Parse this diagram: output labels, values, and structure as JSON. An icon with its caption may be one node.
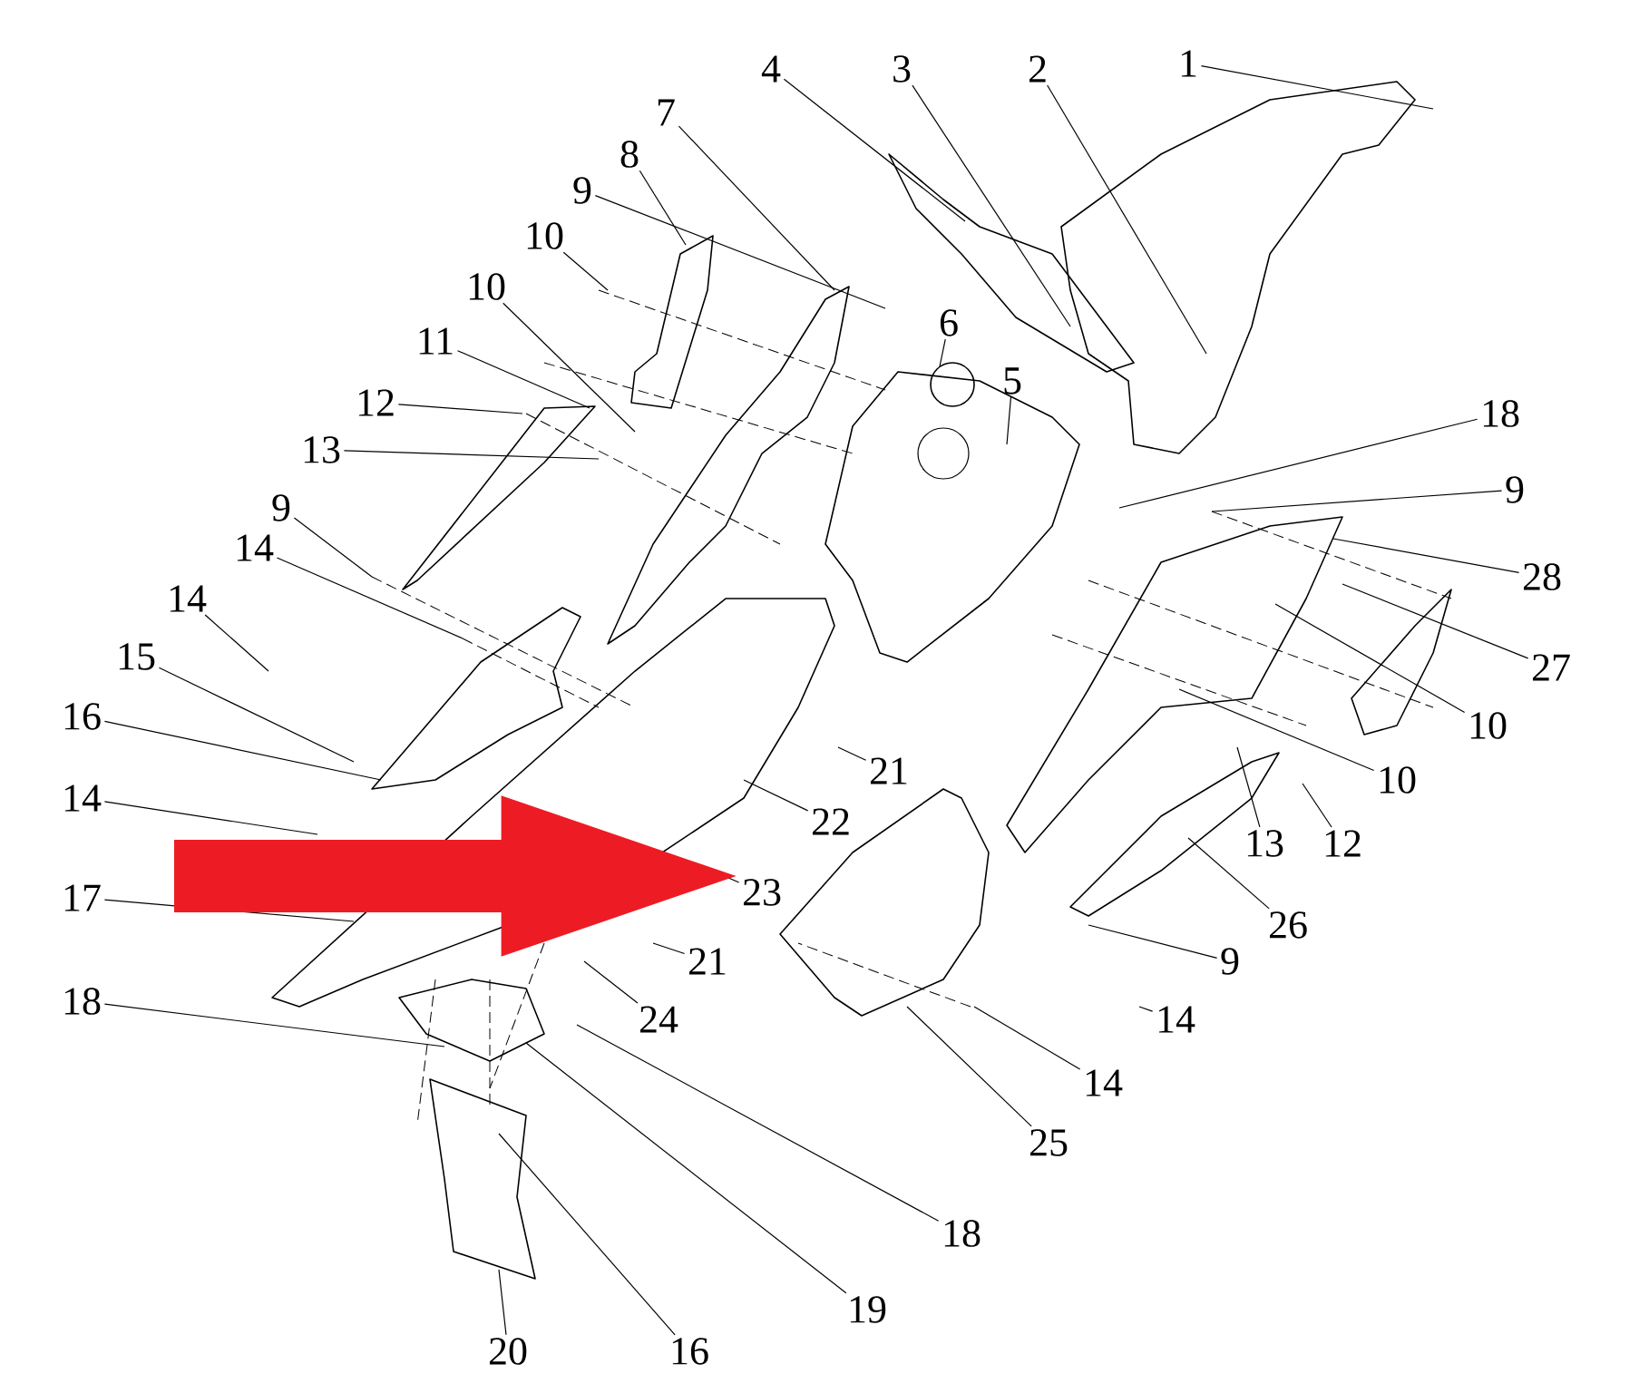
{
  "diagram": {
    "nodes": [
      {
        "text": [
          "1"
        ]
      },
      {
        "text": [
          "4"
        ]
      },
      {
        "text": [
          "3"
        ]
      },
      {
        "text": [
          "2"
        ]
      },
      {
        "text": [
          "7"
        ]
      },
      {
        "text": [
          "8"
        ]
      },
      {
        "text": [
          "9"
        ]
      },
      {
        "text": [
          "10"
        ]
      },
      {
        "text": [
          "10"
        ]
      },
      {
        "text": [
          "6"
        ]
      },
      {
        "text": [
          "5"
        ]
      },
      {
        "text": [
          "18"
        ]
      },
      {
        "text": [
          "11"
        ]
      },
      {
        "text": [
          "12"
        ]
      },
      {
        "text": [
          "9"
        ]
      },
      {
        "text": [
          "13"
        ]
      },
      {
        "text": [
          "28"
        ]
      },
      {
        "text": [
          "9"
        ]
      },
      {
        "text": [
          "14"
        ]
      },
      {
        "text": [
          "14"
        ]
      },
      {
        "text": [
          "27"
        ]
      },
      {
        "text": [
          "15"
        ]
      },
      {
        "text": [
          "10"
        ]
      },
      {
        "text": [
          "16"
        ]
      },
      {
        "text": [
          "10"
        ]
      },
      {
        "text": [
          "21"
        ]
      },
      {
        "text": [
          "22"
        ]
      },
      {
        "text": [
          "14"
        ]
      },
      {
        "text": [
          "13"
        ]
      },
      {
        "text": [
          "12"
        ]
      },
      {
        "text": [
          "23"
        ]
      },
      {
        "text": [
          "17"
        ]
      },
      {
        "text": [
          "26"
        ]
      },
      {
        "text": [
          "21"
        ]
      },
      {
        "text": [
          "9"
        ]
      },
      {
        "text": [
          "24"
        ]
      },
      {
        "text": [
          "18"
        ]
      },
      {
        "text": [
          "14"
        ]
      },
      {
        "text": [
          "14"
        ]
      },
      {
        "text": [
          "25"
        ]
      },
      {
        "text": [
          "18"
        ]
      },
      {
        "text": [
          "19"
        ]
      },
      {
        "text": [
          "20"
        ]
      },
      {
        "text": [
          "16"
        ]
      }
    ],
    "edges": [
      {
        "from": 0,
        "to": null,
        "arrow": "none"
      },
      {
        "from": 1,
        "to": null,
        "arrow": "none"
      },
      {
        "from": 2,
        "to": null,
        "arrow": "none"
      },
      {
        "from": 3,
        "to": null,
        "arrow": "none"
      },
      {
        "from": 4,
        "to": null,
        "arrow": "none"
      },
      {
        "from": 5,
        "to": null,
        "arrow": "none"
      },
      {
        "from": 6,
        "to": null,
        "arrow": "none"
      },
      {
        "from": 7,
        "to": null,
        "arrow": "none"
      },
      {
        "from": 8,
        "to": null,
        "arrow": "none"
      },
      {
        "from": 9,
        "to": null,
        "arrow": "none"
      },
      {
        "from": 10,
        "to": null,
        "arrow": "none"
      },
      {
        "from": 11,
        "to": null,
        "arrow": "none"
      },
      {
        "from": 12,
        "to": null,
        "arrow": "none"
      },
      {
        "from": 13,
        "to": null,
        "arrow": "none"
      },
      {
        "from": 14,
        "to": null,
        "arrow": "none"
      },
      {
        "from": 15,
        "to": null,
        "arrow": "none"
      },
      {
        "from": 16,
        "to": null,
        "arrow": "none"
      },
      {
        "from": 17,
        "to": null,
        "arrow": "none"
      },
      {
        "from": 18,
        "to": null,
        "arrow": "none"
      },
      {
        "from": 19,
        "to": null,
        "arrow": "none"
      },
      {
        "from": 20,
        "to": null,
        "arrow": "none"
      },
      {
        "from": 21,
        "to": null,
        "arrow": "none"
      },
      {
        "from": 22,
        "to": null,
        "arrow": "none"
      },
      {
        "from": 23,
        "to": null,
        "arrow": "none"
      },
      {
        "from": 24,
        "to": null,
        "arrow": "none"
      },
      {
        "from": 25,
        "to": null,
        "arrow": "none"
      },
      {
        "from": 26,
        "to": null,
        "arrow": "none"
      },
      {
        "from": 27,
        "to": null,
        "arrow": "none"
      },
      {
        "from": 28,
        "to": null,
        "arrow": "none"
      },
      {
        "from": 29,
        "to": null,
        "arrow": "none"
      },
      {
        "from": 30,
        "to": null,
        "arrow": "none"
      },
      {
        "from": 31,
        "to": null,
        "arrow": "none"
      },
      {
        "from": 32,
        "to": null,
        "arrow": "none"
      },
      {
        "from": 33,
        "to": null,
        "arrow": "none"
      },
      {
        "from": 34,
        "to": null,
        "arrow": "none"
      },
      {
        "from": 35,
        "to": null,
        "arrow": "none"
      },
      {
        "from": 36,
        "to": null,
        "arrow": "none"
      },
      {
        "from": 37,
        "to": null,
        "arrow": "none"
      },
      {
        "from": 38,
        "to": null,
        "arrow": "none"
      },
      {
        "from": 39,
        "to": null,
        "arrow": "none"
      },
      {
        "from": 40,
        "to": null,
        "arrow": "none"
      },
      {
        "from": 41,
        "to": null,
        "arrow": "none"
      },
      {
        "from": 42,
        "to": null,
        "arrow": "none"
      },
      {
        "from": 43,
        "to": null,
        "arrow": "none"
      },
      {
        "from": null,
        "to": 30,
        "arrow": "to",
        "style": "thick",
        "color": "#ed1c24"
      }
    ]
  }
}
